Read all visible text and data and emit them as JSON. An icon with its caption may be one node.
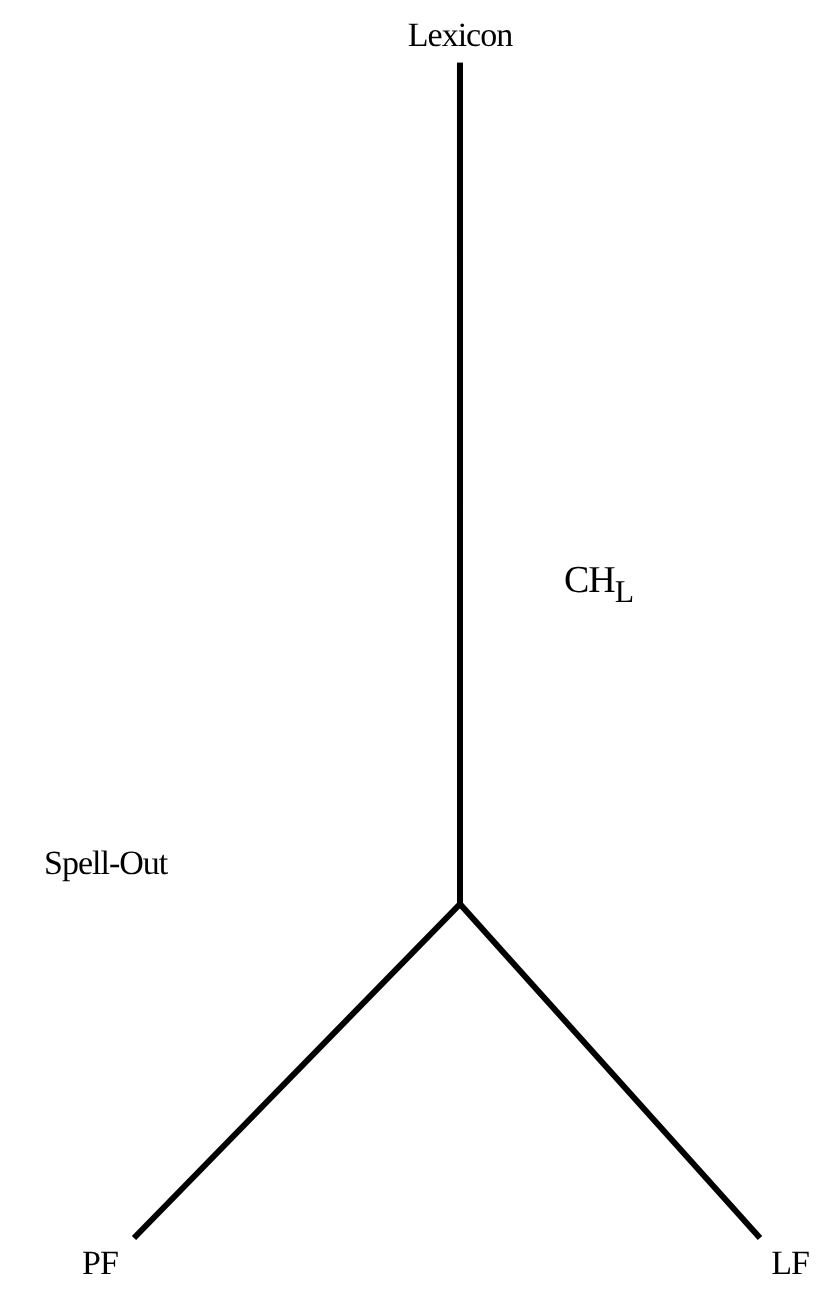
{
  "diagram": {
    "nodes": [
      {
        "text": [
          "Lexicon"
        ]
      },
      {
        "text": [
          "PF"
        ]
      },
      {
        "text": [
          "LF"
        ]
      }
    ],
    "edges": [
      {
        "from": 0,
        "to": 1,
        "arrow": "none",
        "label": "CH$_{L}$"
      },
      {
        "from": 0,
        "to": 2,
        "arrow": "none"
      }
    ],
    "labels": [
      "Spell-Out"
    ]
  }
}
